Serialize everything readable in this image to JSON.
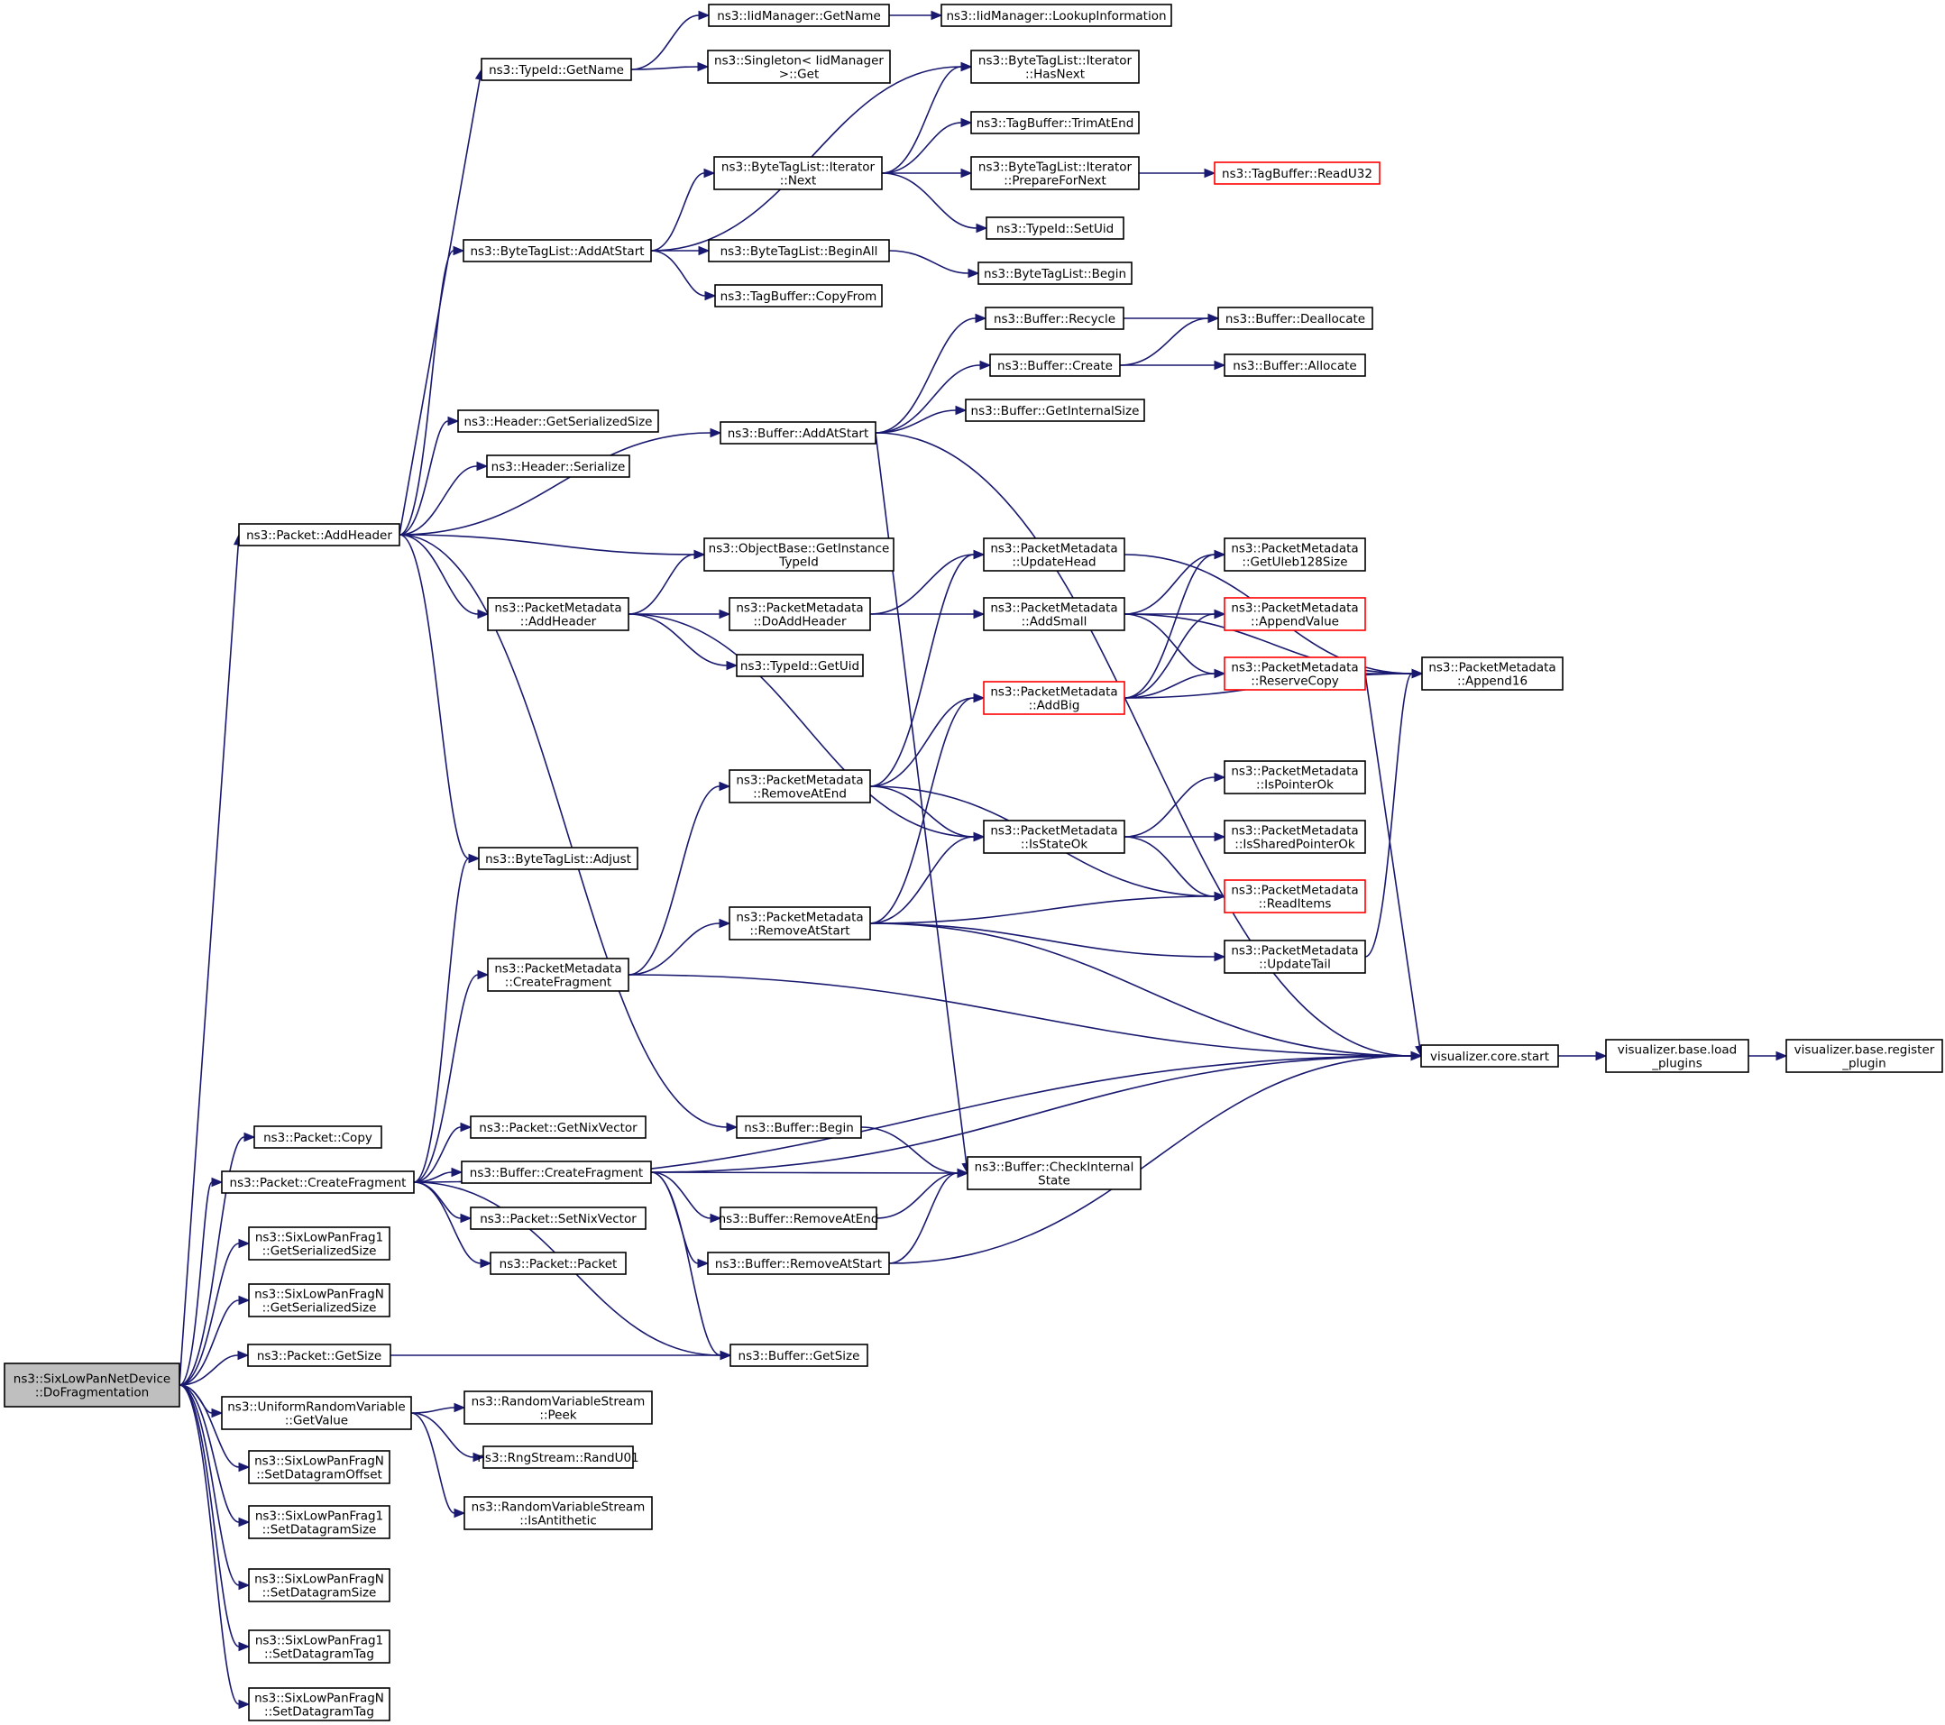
{
  "colors": {
    "edge": "#191970",
    "node_border": "#000000",
    "node_border_highlight": "#ff0000",
    "root_fill": "#bfbfbf",
    "node_fill": "#ffffff"
  },
  "nodes": [
    {
      "id": "root",
      "lines": [
        "ns3::SixLowPanNetDevice",
        "::DoFragmentation"
      ],
      "style": "root"
    },
    {
      "id": "addHeader",
      "lines": [
        "ns3::Packet::AddHeader"
      ]
    },
    {
      "id": "pktCopy",
      "lines": [
        "ns3::Packet::Copy"
      ]
    },
    {
      "id": "pktCreateFrag",
      "lines": [
        "ns3::Packet::CreateFragment"
      ]
    },
    {
      "id": "frag1GetSer",
      "lines": [
        "ns3::SixLowPanFrag1",
        "::GetSerializedSize"
      ]
    },
    {
      "id": "fragNGetSer",
      "lines": [
        "ns3::SixLowPanFragN",
        "::GetSerializedSize"
      ]
    },
    {
      "id": "pktGetSize",
      "lines": [
        "ns3::Packet::GetSize"
      ]
    },
    {
      "id": "urvGetValue",
      "lines": [
        "ns3::UniformRandomVariable",
        "::GetValue"
      ]
    },
    {
      "id": "fragNSetOff",
      "lines": [
        "ns3::SixLowPanFragN",
        "::SetDatagramOffset"
      ]
    },
    {
      "id": "frag1SetSize",
      "lines": [
        "ns3::SixLowPanFrag1",
        "::SetDatagramSize"
      ]
    },
    {
      "id": "fragNSetSize",
      "lines": [
        "ns3::SixLowPanFragN",
        "::SetDatagramSize"
      ]
    },
    {
      "id": "frag1SetTag",
      "lines": [
        "ns3::SixLowPanFrag1",
        "::SetDatagramTag"
      ]
    },
    {
      "id": "fragNSetTag",
      "lines": [
        "ns3::SixLowPanFragN",
        "::SetDatagramTag"
      ]
    },
    {
      "id": "typeIdGetName",
      "lines": [
        "ns3::TypeId::GetName"
      ]
    },
    {
      "id": "btlAddAtStart",
      "lines": [
        "ns3::ByteTagList::AddAtStart"
      ]
    },
    {
      "id": "hdrGetSer",
      "lines": [
        "ns3::Header::GetSerializedSize"
      ]
    },
    {
      "id": "hdrSerialize",
      "lines": [
        "ns3::Header::Serialize"
      ]
    },
    {
      "id": "pmAddHeader",
      "lines": [
        "ns3::PacketMetadata",
        "::AddHeader"
      ]
    },
    {
      "id": "btlAdjust",
      "lines": [
        "ns3::ByteTagList::Adjust"
      ]
    },
    {
      "id": "pmCreateFrag",
      "lines": [
        "ns3::PacketMetadata",
        "::CreateFragment"
      ]
    },
    {
      "id": "pktGetNix",
      "lines": [
        "ns3::Packet::GetNixVector"
      ]
    },
    {
      "id": "bufCreateFrag",
      "lines": [
        "ns3::Buffer::CreateFragment"
      ]
    },
    {
      "id": "pktSetNix",
      "lines": [
        "ns3::Packet::SetNixVector"
      ]
    },
    {
      "id": "pktPacket",
      "lines": [
        "ns3::Packet::Packet"
      ]
    },
    {
      "id": "rvsPeek",
      "lines": [
        "ns3::RandomVariableStream",
        "::Peek"
      ]
    },
    {
      "id": "rngRand",
      "lines": [
        "ns3::RngStream::RandU01"
      ]
    },
    {
      "id": "rvsAnti",
      "lines": [
        "ns3::RandomVariableStream",
        "::IsAntithetic"
      ]
    },
    {
      "id": "iidGetName",
      "lines": [
        "ns3::IidManager::GetName"
      ]
    },
    {
      "id": "singletonGet",
      "lines": [
        "ns3::Singleton< IidManager",
        "  >::Get"
      ]
    },
    {
      "id": "btliNext",
      "lines": [
        "ns3::ByteTagList::Iterator",
        "::Next"
      ]
    },
    {
      "id": "btlBeginAll",
      "lines": [
        "ns3::ByteTagList::BeginAll"
      ]
    },
    {
      "id": "tbCopyFrom",
      "lines": [
        "ns3::TagBuffer::CopyFrom"
      ]
    },
    {
      "id": "bufAddAtStart",
      "lines": [
        "ns3::Buffer::AddAtStart"
      ]
    },
    {
      "id": "obGetInst",
      "lines": [
        "ns3::ObjectBase::GetInstance",
        "TypeId"
      ]
    },
    {
      "id": "pmDoAddHeader",
      "lines": [
        "ns3::PacketMetadata",
        "::DoAddHeader"
      ]
    },
    {
      "id": "typeIdGetUid",
      "lines": [
        "ns3::TypeId::GetUid"
      ]
    },
    {
      "id": "pmRemoveAtEnd",
      "lines": [
        "ns3::PacketMetadata",
        "::RemoveAtEnd"
      ]
    },
    {
      "id": "pmRemoveAtStart",
      "lines": [
        "ns3::PacketMetadata",
        "::RemoveAtStart"
      ]
    },
    {
      "id": "bufBegin",
      "lines": [
        "ns3::Buffer::Begin"
      ]
    },
    {
      "id": "bufRemoveAtEnd",
      "lines": [
        "ns3::Buffer::RemoveAtEnd"
      ]
    },
    {
      "id": "bufRemoveAtStart",
      "lines": [
        "ns3::Buffer::RemoveAtStart"
      ]
    },
    {
      "id": "bufGetSize",
      "lines": [
        "ns3::Buffer::GetSize"
      ]
    },
    {
      "id": "iidLookup",
      "lines": [
        "ns3::IidManager::LookupInformation"
      ]
    },
    {
      "id": "btliHasNext",
      "lines": [
        "ns3::ByteTagList::Iterator",
        "::HasNext"
      ]
    },
    {
      "id": "tbTrimAtEnd",
      "lines": [
        "ns3::TagBuffer::TrimAtEnd"
      ]
    },
    {
      "id": "btliPrepare",
      "lines": [
        "ns3::ByteTagList::Iterator",
        "::PrepareForNext"
      ]
    },
    {
      "id": "typeIdSetUid",
      "lines": [
        "ns3::TypeId::SetUid"
      ]
    },
    {
      "id": "btlBegin",
      "lines": [
        "ns3::ByteTagList::Begin"
      ]
    },
    {
      "id": "bufRecycle",
      "lines": [
        "ns3::Buffer::Recycle"
      ]
    },
    {
      "id": "bufCreate",
      "lines": [
        "ns3::Buffer::Create"
      ]
    },
    {
      "id": "bufGetInternal",
      "lines": [
        "ns3::Buffer::GetInternalSize"
      ]
    },
    {
      "id": "pmUpdateHead",
      "lines": [
        "ns3::PacketMetadata",
        "::UpdateHead"
      ]
    },
    {
      "id": "pmAddSmall",
      "lines": [
        "ns3::PacketMetadata",
        "::AddSmall"
      ]
    },
    {
      "id": "pmAddBig",
      "lines": [
        "ns3::PacketMetadata",
        "::AddBig"
      ],
      "style": "red"
    },
    {
      "id": "pmIsStateOk",
      "lines": [
        "ns3::PacketMetadata",
        "::IsStateOk"
      ]
    },
    {
      "id": "bufCheckInternal",
      "lines": [
        "ns3::Buffer::CheckInternal",
        "State"
      ]
    },
    {
      "id": "tbReadU32",
      "lines": [
        "ns3::TagBuffer::ReadU32"
      ],
      "style": "red"
    },
    {
      "id": "bufDealloc",
      "lines": [
        "ns3::Buffer::Deallocate"
      ]
    },
    {
      "id": "bufAlloc",
      "lines": [
        "ns3::Buffer::Allocate"
      ]
    },
    {
      "id": "pmGetUleb",
      "lines": [
        "ns3::PacketMetadata",
        "::GetUleb128Size"
      ]
    },
    {
      "id": "pmAppendValue",
      "lines": [
        "ns3::PacketMetadata",
        "::AppendValue"
      ],
      "style": "red"
    },
    {
      "id": "pmReserveCopy",
      "lines": [
        "ns3::PacketMetadata",
        "::ReserveCopy"
      ],
      "style": "red"
    },
    {
      "id": "pmIsPointerOk",
      "lines": [
        "ns3::PacketMetadata",
        "::IsPointerOk"
      ]
    },
    {
      "id": "pmIsSharedPtrOk",
      "lines": [
        "ns3::PacketMetadata",
        "::IsSharedPointerOk"
      ]
    },
    {
      "id": "pmReadItems",
      "lines": [
        "ns3::PacketMetadata",
        "::ReadItems"
      ],
      "style": "red"
    },
    {
      "id": "pmUpdateTail",
      "lines": [
        "ns3::PacketMetadata",
        "::UpdateTail"
      ]
    },
    {
      "id": "pmAppend16",
      "lines": [
        "ns3::PacketMetadata",
        "::Append16"
      ]
    },
    {
      "id": "vizCoreStart",
      "lines": [
        "visualizer.core.start"
      ]
    },
    {
      "id": "vizLoad",
      "lines": [
        "visualizer.base.load",
        "_plugins"
      ]
    },
    {
      "id": "vizRegister",
      "lines": [
        "visualizer.base.register",
        "_plugin"
      ]
    }
  ],
  "edges": [
    [
      "root",
      "addHeader"
    ],
    [
      "root",
      "pktCopy"
    ],
    [
      "root",
      "pktCreateFrag"
    ],
    [
      "root",
      "frag1GetSer"
    ],
    [
      "root",
      "fragNGetSer"
    ],
    [
      "root",
      "pktGetSize"
    ],
    [
      "root",
      "urvGetValue"
    ],
    [
      "root",
      "fragNSetOff"
    ],
    [
      "root",
      "frag1SetSize"
    ],
    [
      "root",
      "fragNSetSize"
    ],
    [
      "root",
      "frag1SetTag"
    ],
    [
      "root",
      "fragNSetTag"
    ],
    [
      "addHeader",
      "typeIdGetName"
    ],
    [
      "addHeader",
      "btlAddAtStart"
    ],
    [
      "addHeader",
      "hdrGetSer"
    ],
    [
      "addHeader",
      "hdrSerialize"
    ],
    [
      "addHeader",
      "bufAddAtStart"
    ],
    [
      "addHeader",
      "obGetInst"
    ],
    [
      "addHeader",
      "pmAddHeader"
    ],
    [
      "addHeader",
      "btlAdjust"
    ],
    [
      "addHeader",
      "bufBegin"
    ],
    [
      "typeIdGetName",
      "iidGetName"
    ],
    [
      "typeIdGetName",
      "singletonGet"
    ],
    [
      "iidGetName",
      "iidLookup"
    ],
    [
      "btlAddAtStart",
      "btliHasNext"
    ],
    [
      "btlAddAtStart",
      "btliNext"
    ],
    [
      "btlAddAtStart",
      "btlBeginAll"
    ],
    [
      "btlAddAtStart",
      "tbCopyFrom"
    ],
    [
      "btliNext",
      "btliHasNext"
    ],
    [
      "btliNext",
      "tbTrimAtEnd"
    ],
    [
      "btliNext",
      "btliPrepare"
    ],
    [
      "btliNext",
      "typeIdSetUid"
    ],
    [
      "btliPrepare",
      "tbReadU32"
    ],
    [
      "btlBeginAll",
      "btlBegin"
    ],
    [
      "bufAddAtStart",
      "bufRecycle"
    ],
    [
      "bufAddAtStart",
      "bufCreate"
    ],
    [
      "bufAddAtStart",
      "bufGetInternal"
    ],
    [
      "bufAddAtStart",
      "vizCoreStart"
    ],
    [
      "bufAddAtStart",
      "bufCheckInternal"
    ],
    [
      "bufRecycle",
      "bufDealloc"
    ],
    [
      "bufCreate",
      "bufDealloc"
    ],
    [
      "bufCreate",
      "bufAlloc"
    ],
    [
      "pmAddHeader",
      "obGetInst"
    ],
    [
      "pmAddHeader",
      "pmDoAddHeader"
    ],
    [
      "pmAddHeader",
      "typeIdGetUid"
    ],
    [
      "pmAddHeader",
      "pmIsStateOk"
    ],
    [
      "pmDoAddHeader",
      "pmUpdateHead"
    ],
    [
      "pmDoAddHeader",
      "pmAddSmall"
    ],
    [
      "pmUpdateHead",
      "pmAppend16"
    ],
    [
      "pmAddSmall",
      "pmGetUleb"
    ],
    [
      "pmAddSmall",
      "pmAppendValue"
    ],
    [
      "pmAddSmall",
      "pmReserveCopy"
    ],
    [
      "pmAddSmall",
      "pmAppend16"
    ],
    [
      "pmAddBig",
      "pmGetUleb"
    ],
    [
      "pmAddBig",
      "pmAppendValue"
    ],
    [
      "pmAddBig",
      "pmReserveCopy"
    ],
    [
      "pmAddBig",
      "pmAppend16"
    ],
    [
      "pmReserveCopy",
      "pmAppend16"
    ],
    [
      "pmReserveCopy",
      "vizCoreStart"
    ],
    [
      "pmRemoveAtEnd",
      "pmUpdateHead"
    ],
    [
      "pmRemoveAtEnd",
      "pmAddBig"
    ],
    [
      "pmRemoveAtEnd",
      "pmIsStateOk"
    ],
    [
      "pmRemoveAtEnd",
      "pmReadItems"
    ],
    [
      "pmIsStateOk",
      "pmIsPointerOk"
    ],
    [
      "pmIsStateOk",
      "pmIsSharedPtrOk"
    ],
    [
      "pmIsStateOk",
      "pmReadItems"
    ],
    [
      "pmRemoveAtStart",
      "pmAddBig"
    ],
    [
      "pmRemoveAtStart",
      "pmIsStateOk"
    ],
    [
      "pmRemoveAtStart",
      "pmReadItems"
    ],
    [
      "pmRemoveAtStart",
      "pmUpdateTail"
    ],
    [
      "pmRemoveAtStart",
      "vizCoreStart"
    ],
    [
      "pmUpdateTail",
      "pmAppend16"
    ],
    [
      "pmCreateFrag",
      "pmRemoveAtEnd"
    ],
    [
      "pmCreateFrag",
      "pmRemoveAtStart"
    ],
    [
      "pmCreateFrag",
      "vizCoreStart"
    ],
    [
      "pktCreateFrag",
      "btlAdjust"
    ],
    [
      "pktCreateFrag",
      "pmCreateFrag"
    ],
    [
      "pktCreateFrag",
      "vizCoreStart"
    ],
    [
      "pktCreateFrag",
      "pktGetNix"
    ],
    [
      "pktCreateFrag",
      "bufCreateFrag"
    ],
    [
      "pktCreateFrag",
      "pktSetNix"
    ],
    [
      "pktCreateFrag",
      "pktPacket"
    ],
    [
      "pktCreateFrag",
      "bufGetSize"
    ],
    [
      "bufCreateFrag",
      "bufCheckInternal"
    ],
    [
      "bufCreateFrag",
      "bufRemoveAtEnd"
    ],
    [
      "bufCreateFrag",
      "bufRemoveAtStart"
    ],
    [
      "bufCreateFrag",
      "bufGetSize"
    ],
    [
      "bufCreateFrag",
      "vizCoreStart"
    ],
    [
      "bufBegin",
      "bufCheckInternal"
    ],
    [
      "bufRemoveAtEnd",
      "bufCheckInternal"
    ],
    [
      "bufRemoveAtStart",
      "bufCheckInternal"
    ],
    [
      "bufRemoveAtStart",
      "vizCoreStart"
    ],
    [
      "pktGetSize",
      "bufGetSize"
    ],
    [
      "urvGetValue",
      "rvsPeek"
    ],
    [
      "urvGetValue",
      "rngRand"
    ],
    [
      "urvGetValue",
      "rvsAnti"
    ],
    [
      "vizCoreStart",
      "vizLoad"
    ],
    [
      "vizLoad",
      "vizRegister"
    ]
  ]
}
